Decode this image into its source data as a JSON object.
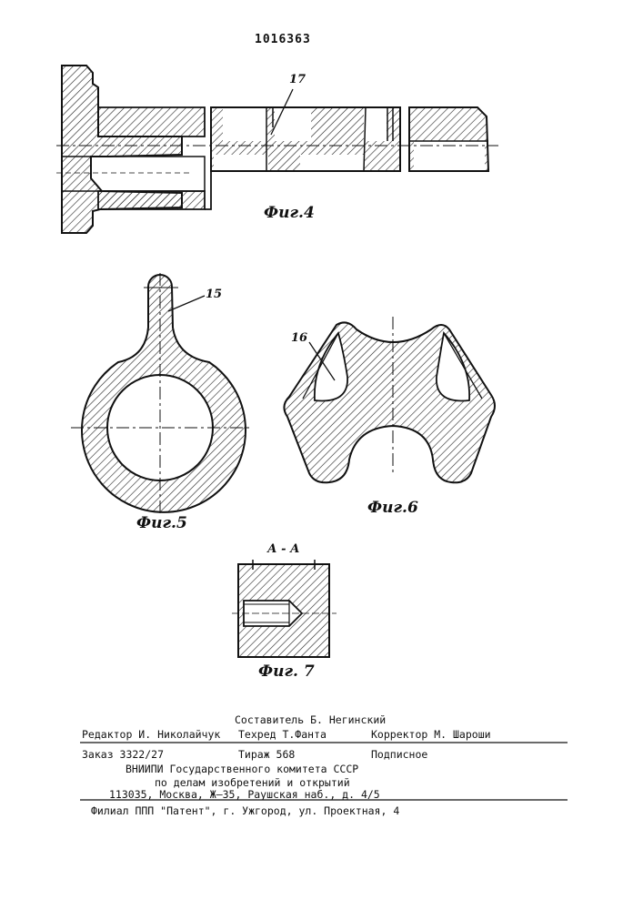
{
  "patent_number": "1016363",
  "labels": {
    "ref_17": "17",
    "ref_15": "15",
    "ref_16": "16",
    "section_aa": "А - А"
  },
  "figures": {
    "fig4": "Фиг.4",
    "fig5": "Фиг.5",
    "fig6": "Фиг.6",
    "fig7": "Фиг. 7"
  },
  "footer": {
    "compiler": "Составитель Б. Негинский",
    "editor": "Редактор И. Николайчук",
    "techred": "Техред Т.Фанта",
    "corrector": "Корректор М. Шароши",
    "order": "Заказ 3322/27",
    "circulation": "Тираж 568",
    "subscription": "Подписное",
    "institute": "ВНИИПИ Государственного комитета СССР",
    "department": "по делам изобретений и открытий",
    "address": "113035, Москва, Ж–35, Раушская наб., д. 4/5",
    "branch": "Филиал ППП \"Патент\", г. Ужгород, ул. Проектная, 4"
  },
  "colors": {
    "ink": "#111111",
    "paper": "#ffffff"
  }
}
